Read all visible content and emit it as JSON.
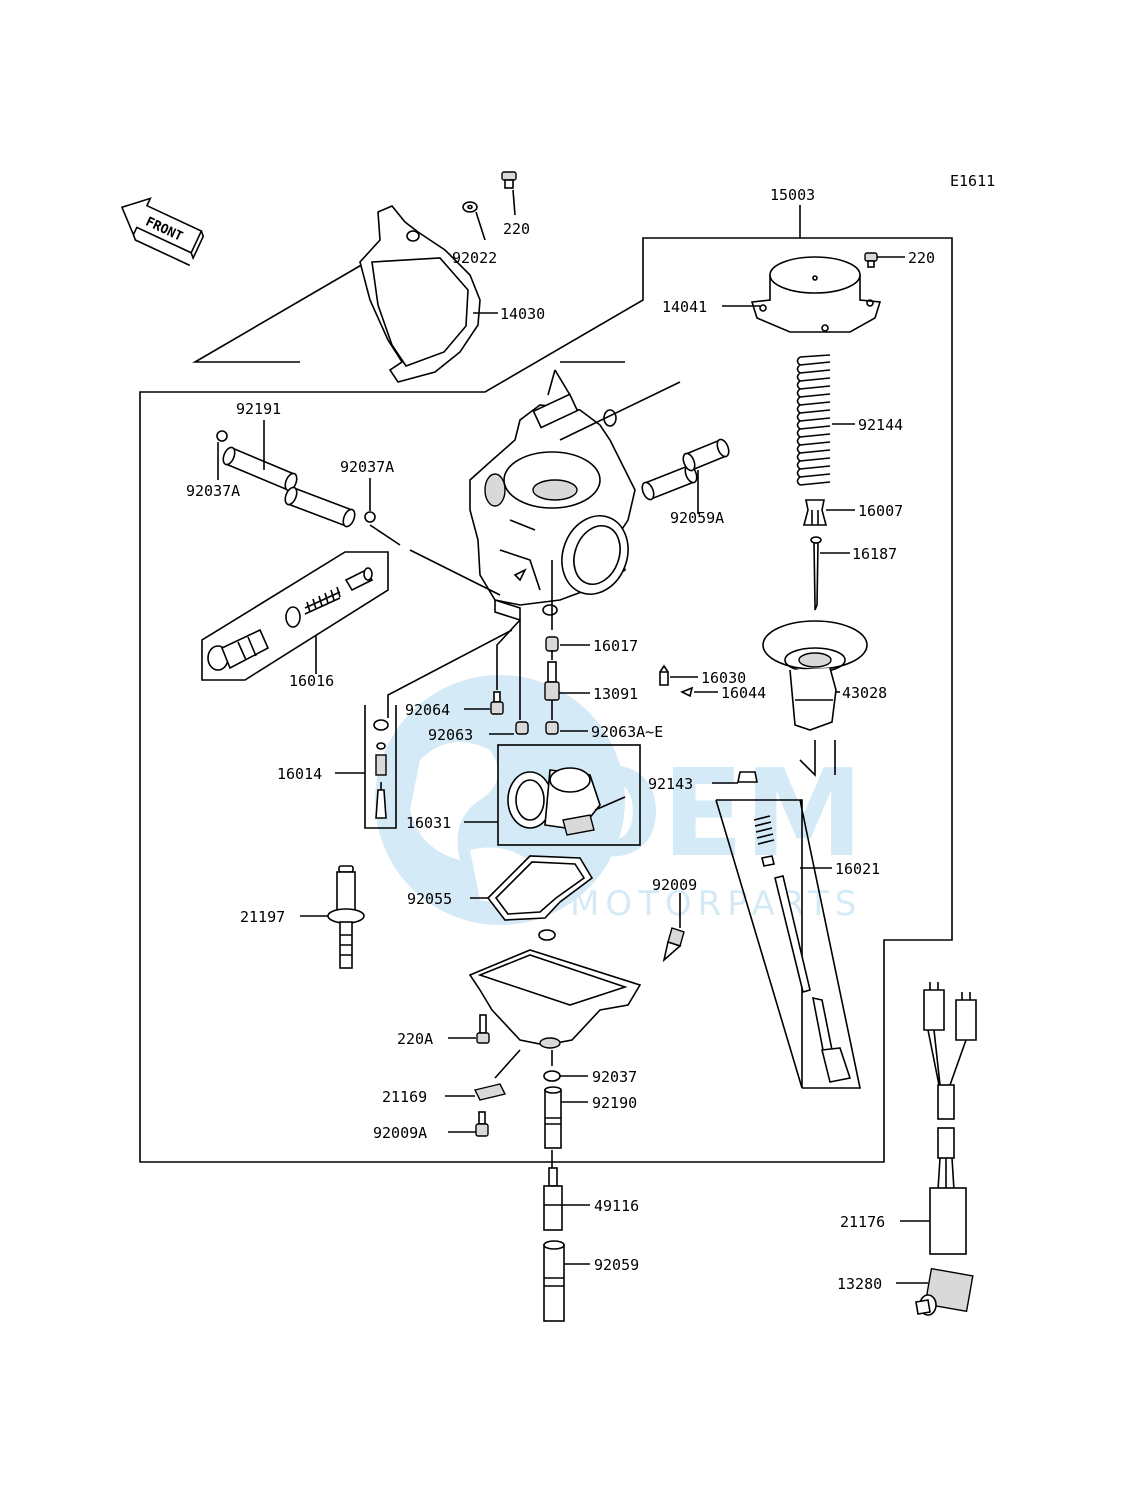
{
  "diagram_code": "E1611",
  "front_label": "FRONT",
  "watermark": {
    "brand": "OEM",
    "sub": "MOTORPARTS"
  },
  "parts": {
    "p220_top": "220",
    "p92022": "92022",
    "p14030": "14030",
    "p15003": "15003",
    "p220_r": "220",
    "p14041": "14041",
    "p92144": "92144",
    "p16007": "16007",
    "p16187": "16187",
    "p43028": "43028",
    "p92191": "92191",
    "p92037A_r": "92037A",
    "p92037A_l": "92037A",
    "p92059A": "92059A",
    "p16016": "16016",
    "p16017": "16017",
    "p13091": "13091",
    "p16030": "16030",
    "p16044": "16044",
    "p92064": "92064",
    "p92063": "92063",
    "p92063AE": "92063A~E",
    "p16014": "16014",
    "p16031": "16031",
    "p92143": "92143",
    "p16021": "16021",
    "p92055": "92055",
    "p92009": "92009",
    "p21197": "21197",
    "p220A": "220A",
    "p92037": "92037",
    "p21169": "21169",
    "p92190": "92190",
    "p92009A": "92009A",
    "p49116": "49116",
    "p92059": "92059",
    "p21176": "21176",
    "p13280": "13280"
  }
}
